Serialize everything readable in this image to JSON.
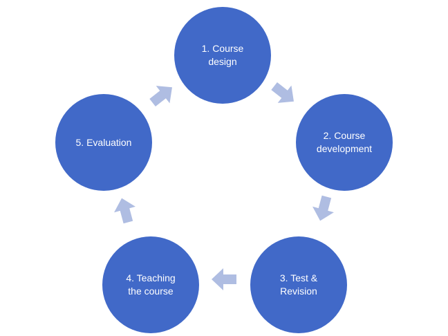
{
  "colors": {
    "circle_fill": "#4169C8",
    "circle_text": "#ffffff",
    "arrow_fill": "#AFBDE2"
  },
  "steps": [
    {
      "label": "1. Course\ndesign"
    },
    {
      "label": "2. Course\ndevelopment"
    },
    {
      "label": "3. Test &\nRevision"
    },
    {
      "label": "4. Teaching\nthe course"
    },
    {
      "label": "5. Evaluation"
    }
  ],
  "arrows": [
    {
      "from": 0,
      "to": 1,
      "icon": "arrow-right-icon"
    },
    {
      "from": 1,
      "to": 2,
      "icon": "arrow-right-icon"
    },
    {
      "from": 2,
      "to": 3,
      "icon": "arrow-right-icon"
    },
    {
      "from": 3,
      "to": 4,
      "icon": "arrow-right-icon"
    },
    {
      "from": 4,
      "to": 0,
      "icon": "arrow-right-icon"
    }
  ]
}
